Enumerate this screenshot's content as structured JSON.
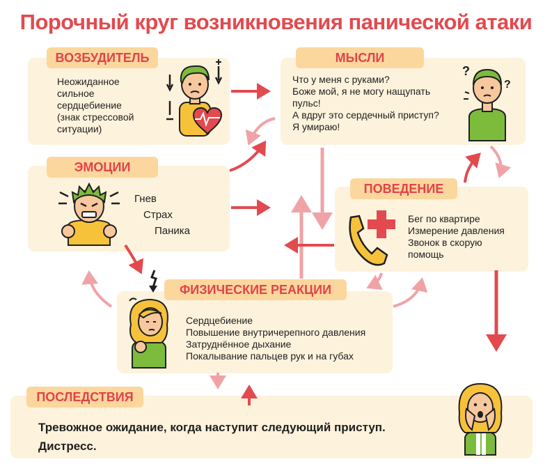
{
  "title": "Порочный круг возникновения панической атаки",
  "trigger": {
    "label": "ВОЗБУДИТЕЛЬ",
    "lines": [
      "Неожиданное",
      "сильное",
      "сердцебиение",
      "(знак стрессовой",
      "ситуации)"
    ]
  },
  "thoughts": {
    "label": "МЫСЛИ",
    "lines": [
      "Что у меня с руками?",
      "Боже мой, я не могу нащупать",
      "пульс!",
      "А вдруг это сердечный приступ?",
      "Я умираю!"
    ]
  },
  "emotions": {
    "label": "ЭМОЦИИ",
    "items": [
      "Гнев",
      "Страх",
      "Паника"
    ]
  },
  "behavior": {
    "label": "ПОВЕДЕНИЕ",
    "lines": [
      "Бег по квартире",
      "Измерение давления",
      "Звонок в скорую",
      "помощь"
    ]
  },
  "physical": {
    "label": "ФИЗИЧЕСКИЕ РЕАКЦИИ",
    "lines": [
      "Сердцебиение",
      "Повышение внутричерепного давления",
      "Затруднённое дыхание",
      "Покалывание пальцев рук и на губах"
    ]
  },
  "consequences": {
    "label": "ПОСЛЕДСТВИЯ",
    "lines": [
      "Тревожное ожидание, когда наступит следующий приступ.",
      "Дистресс."
    ]
  },
  "colors": {
    "accent": "#e24a4f",
    "pink": "#f0a3a6",
    "box": "#fdf2dc",
    "label_bg": "#fbd79e",
    "skin": "#f7c79e",
    "green": "#7dbb3c",
    "yellow": "#f6c23a"
  },
  "icons": [
    "stressed-man-heart-icon",
    "confused-man-icon",
    "angry-man-icon",
    "phone-icon",
    "medical-cross-icon",
    "dizzy-woman-icon",
    "scared-woman-icon"
  ]
}
